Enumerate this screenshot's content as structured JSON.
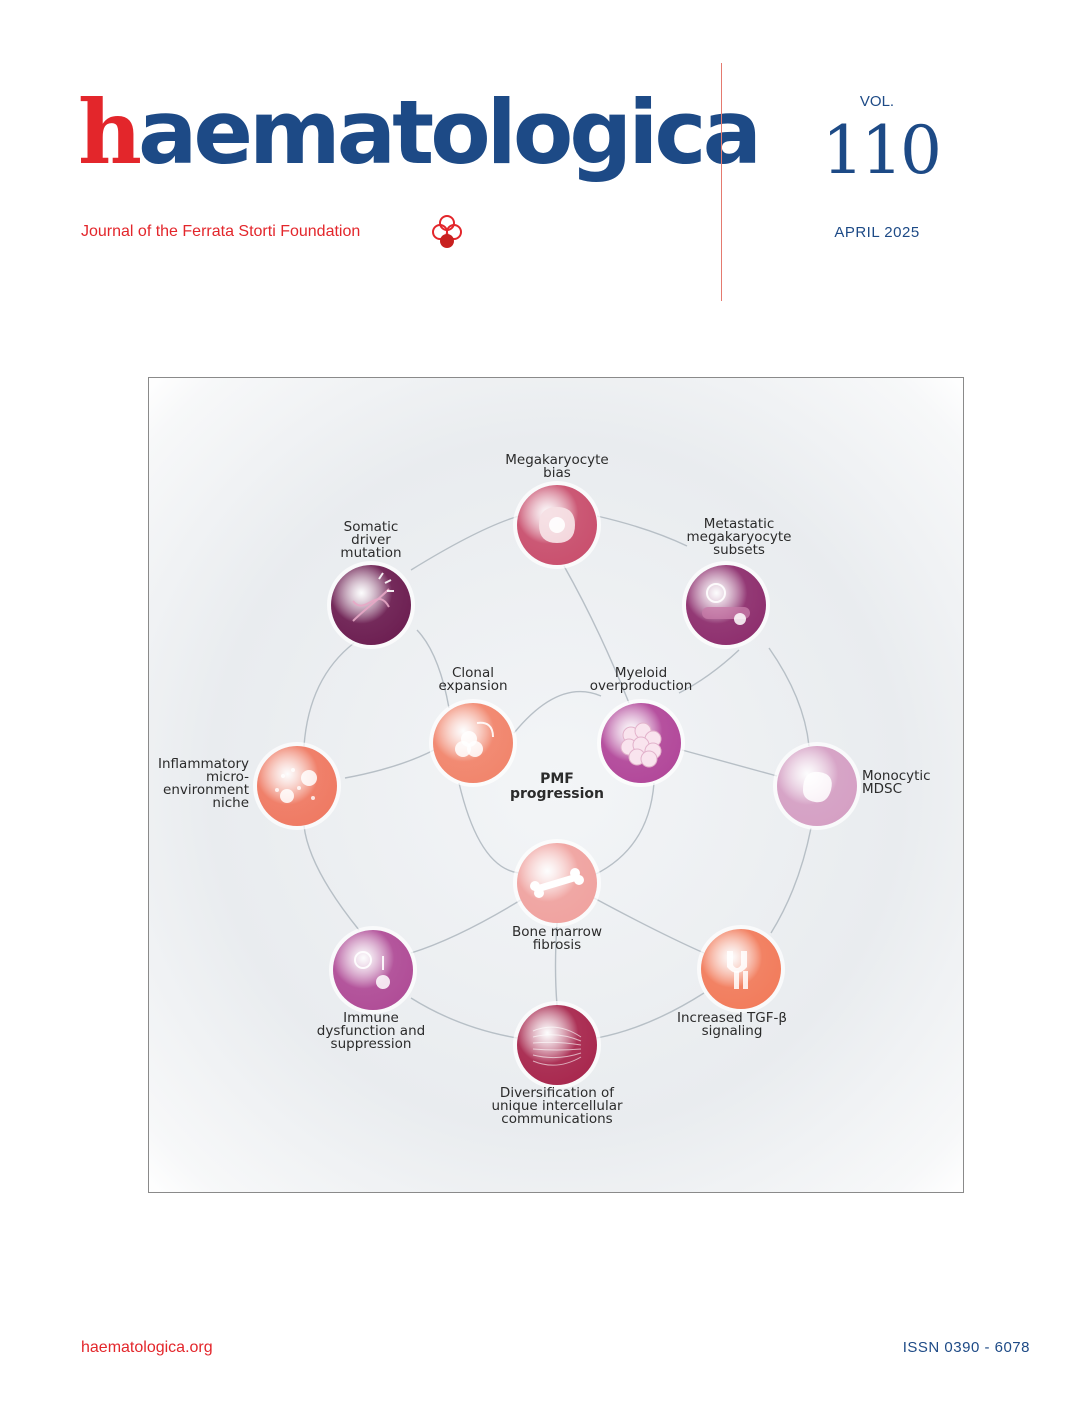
{
  "journal": {
    "title_initial": "h",
    "title_rest": "aematologica",
    "tagline": "Journal of the Ferrata Storti Foundation",
    "website": "haematologica.org",
    "issn": "ISSN 0390 - 6078"
  },
  "issue": {
    "vol_label": "VOL.",
    "vol_number": "110",
    "date": "APRIL 2025"
  },
  "figure": {
    "center_label": [
      "PMF",
      "progression"
    ],
    "nodes": [
      {
        "id": "megakaryocyte",
        "label": [
          "Megakaryocyte",
          "bias"
        ],
        "icon": "megakaryocyte-cell-icon",
        "color": "#c9506e"
      },
      {
        "id": "metastatic",
        "label": [
          "Metastatic",
          "megakaryocyte",
          "subsets"
        ],
        "icon": "metastatic-cells-icon",
        "color": "#8e2f6e"
      },
      {
        "id": "monocytic",
        "label": [
          "Monocytic",
          "MDSC"
        ],
        "icon": "monocyte-cell-icon",
        "color": "#d5a0c4"
      },
      {
        "id": "tgf",
        "label": [
          "Increased TGF-β",
          "signaling"
        ],
        "icon": "receptor-icon",
        "color": "#f27c5c"
      },
      {
        "id": "diversification",
        "label": [
          "Diversification of",
          "unique intercellular",
          "communications"
        ],
        "icon": "network-fibers-icon",
        "color": "#a8284e"
      },
      {
        "id": "immune",
        "label": [
          "Immune",
          "dysfunction and",
          "suppression"
        ],
        "icon": "immune-cells-icon",
        "color": "#b04d97"
      },
      {
        "id": "inflammatory",
        "label": [
          "Inflammatory",
          "micro-",
          "environment",
          "niche"
        ],
        "icon": "inflammatory-cells-icon",
        "color": "#ef7a63"
      },
      {
        "id": "somatic",
        "label": [
          "Somatic",
          "driver",
          "mutation"
        ],
        "icon": "dna-icon",
        "color": "#6d1f52"
      },
      {
        "id": "clonal",
        "label": [
          "Clonal",
          "expansion"
        ],
        "icon": "clonal-cells-icon",
        "color": "#f1856c"
      },
      {
        "id": "myeloid",
        "label": [
          "Myeloid",
          "overproduction"
        ],
        "icon": "myeloid-cluster-icon",
        "color": "#b2489a"
      },
      {
        "id": "bone",
        "label": [
          "Bone marrow",
          "fibrosis"
        ],
        "icon": "bone-icon",
        "color": "#f0a3a0"
      }
    ]
  }
}
